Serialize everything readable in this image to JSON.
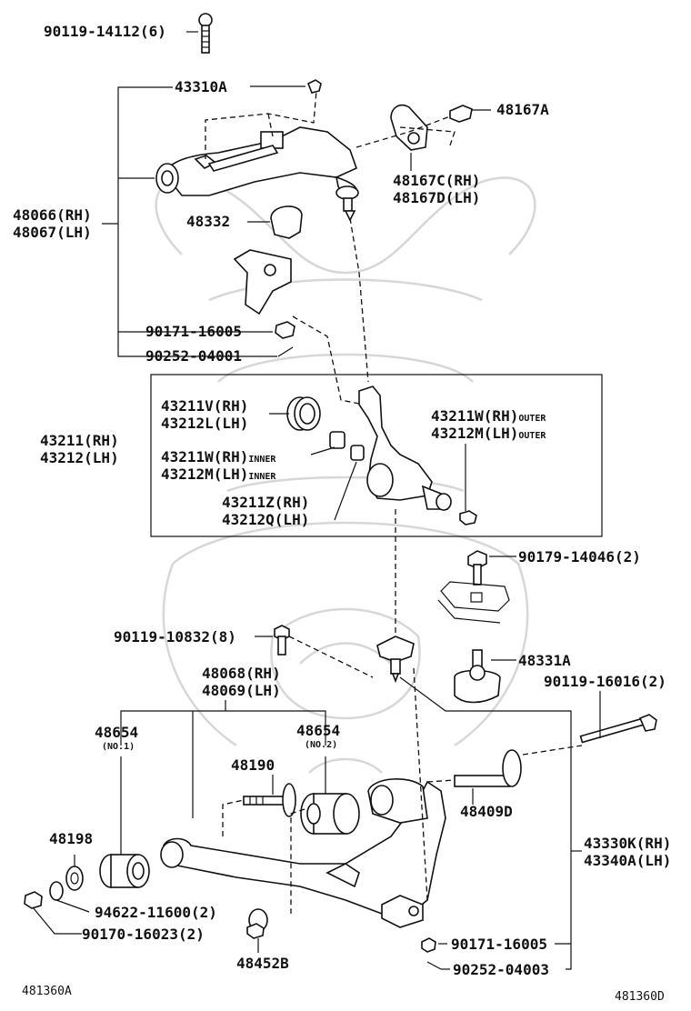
{
  "diagram": {
    "parts": {
      "upper_bolt": "90119-14112",
      "upper_bolt_qty": "(6)",
      "upper_arm_shaft": "43310A",
      "cam_plate": "48167A",
      "stopper_rh": "48167C(RH)",
      "stopper_lh": "48167D(LH)",
      "upper_arm_rh": "48066(RH)",
      "upper_arm_lh": "48067(LH)",
      "bump_stopper": "48332",
      "upper_nut": "90171-16005",
      "upper_pin": "90252-04001",
      "knuckle_rh": "43211(RH)",
      "knuckle_lh": "43212(LH)",
      "seal_rh": "43211V(RH)",
      "seal_lh": "43212L(LH)",
      "inner_bearing_rh": "43211W(RH)",
      "inner_bearing_rh_note": "INNER",
      "inner_bearing_lh": "43212M(LH)",
      "inner_bearing_lh_note": "INNER",
      "outer_bearing_rh": "43211W(RH)",
      "outer_bearing_rh_note": "OUTER",
      "outer_bearing_lh": "43212M(LH)",
      "outer_bearing_lh_note": "OUTER",
      "spacer_rh": "43211Z(RH)",
      "spacer_lh": "43212Q(LH)",
      "stabilizer_bolt": "90179-14046",
      "stabilizer_bolt_qty": "(2)",
      "lower_ball_joint_bolt": "90119-10832",
      "lower_ball_joint_bolt_qty": "(8)",
      "lower_ball_joint": "48331A",
      "lower_arm_rh": "48068(RH)",
      "lower_arm_lh": "48069(LH)",
      "lower_bolt": "90119-16016",
      "lower_bolt_qty": "(2)",
      "bushing_no1": "48654",
      "bushing_no1_note": "(NO.1)",
      "bushing_no2": "48654",
      "bushing_no2_note": "(NO.2)",
      "cam_bolt": "48190",
      "lower_shaft": "48409D",
      "washer": "48198",
      "retainer": "94622-11600",
      "retainer_qty": "(2)",
      "lower_nut": "90170-16023",
      "lower_nut_qty": "(2)",
      "lower_assy_rh": "43330K(RH)",
      "lower_assy_lh": "43340A(LH)",
      "cam_plate_lower": "48452B",
      "lower_knuckle_nut": "90171-16005",
      "lower_pin": "90252-04003"
    },
    "captions": {
      "bottom_left": "481360A",
      "bottom_right": "481360D"
    }
  }
}
